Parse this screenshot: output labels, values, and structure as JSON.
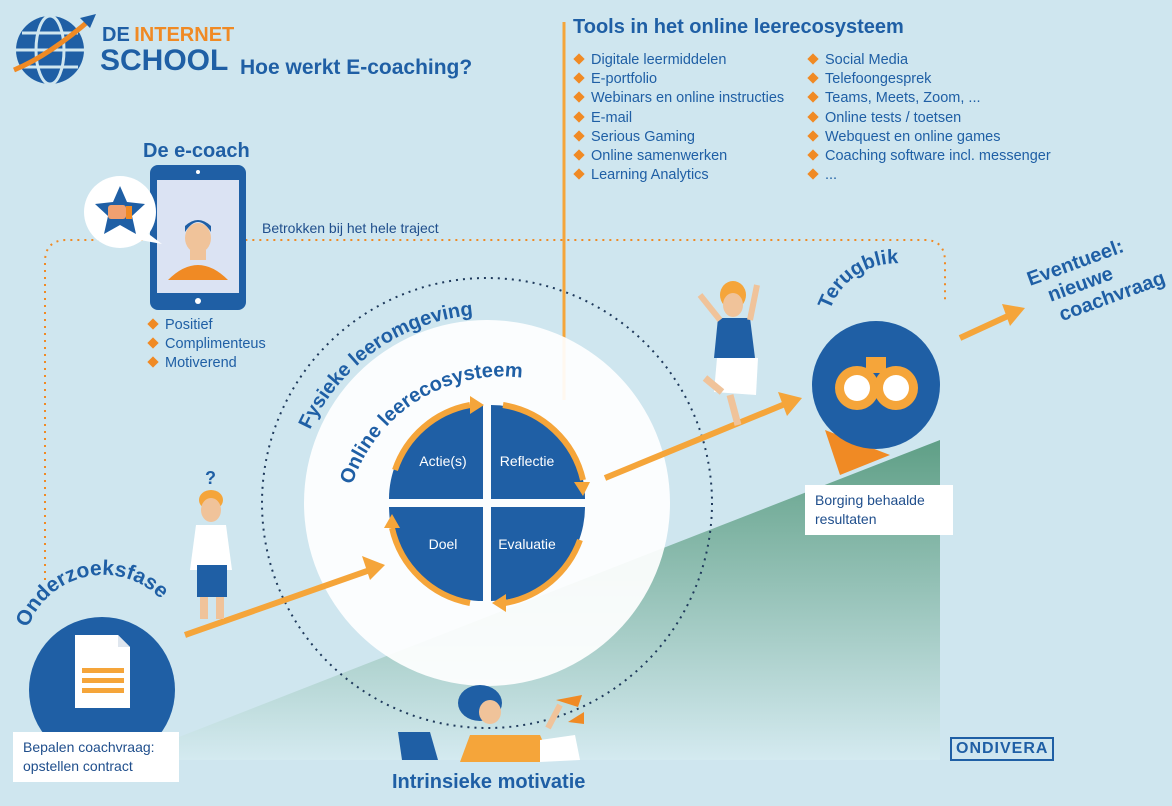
{
  "logo": {
    "de": "DE",
    "internet": "INTERNET",
    "school": "SCHOOL"
  },
  "header": {
    "title": "Hoe werkt E-coaching?"
  },
  "tools": {
    "title": "Tools in het online leerecosysteem",
    "col1": [
      "Digitale leermiddelen",
      "E-portfolio",
      "Webinars en online instructies",
      "E-mail",
      "Serious Gaming",
      "Online samenwerken",
      "Learning Analytics"
    ],
    "col2": [
      "Social Media",
      "Telefoongesprek",
      "Teams, Meets, Zoom, ...",
      "Online tests / toetsen",
      "Webquest en online games",
      "Coaching software incl. messenger",
      "..."
    ]
  },
  "ecoach": {
    "title": "De e-coach",
    "traits": [
      "Positief",
      "Complimenteus",
      "Motiverend"
    ],
    "involved": "Betrokken bij het hele traject"
  },
  "cycle": {
    "actie": "Actie(s)",
    "reflectie": "Reflectie",
    "doel": "Doel",
    "evaluatie": "Evaluatie"
  },
  "rings": {
    "fysiek": "Fysieke leeromgeving",
    "online": "Online leerecosysteem"
  },
  "phases": {
    "onderzoek": "Onderzoeksfase",
    "terugblik": "Terugblik",
    "eventueel": [
      "Eventueel:",
      "nieuwe",
      "coachvraag"
    ],
    "question_mark": "?"
  },
  "boxes": {
    "contract": [
      "Bepalen coachvraag:",
      "opstellen contract"
    ],
    "borging": [
      "Borging behaalde",
      "resultaten"
    ]
  },
  "footer": {
    "motivatie": "Intrinsieke motivatie",
    "brand": "ONDIVERA"
  },
  "colors": {
    "blue": "#1f5fa5",
    "orange": "#f08a24",
    "light_orange": "#f5a53a",
    "background": "#cfe6ef",
    "green": "#6aa88f"
  }
}
